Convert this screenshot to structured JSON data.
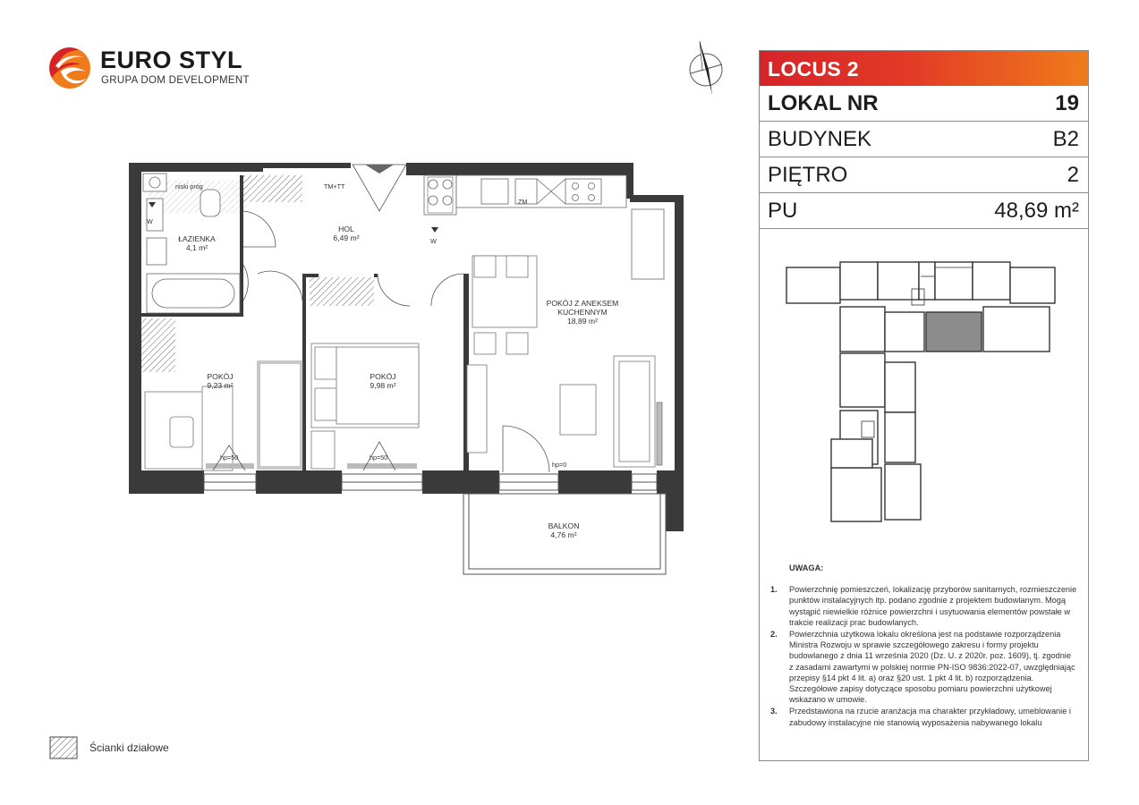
{
  "logo": {
    "brand": "EURO STYL",
    "subtitle": "GRUPA DOM DEVELOPMENT",
    "colors": {
      "red": "#d6232a",
      "orange": "#f07b1b"
    }
  },
  "panel": {
    "project": "LOCUS 2",
    "rows": [
      {
        "label": "LOKAL NR",
        "value": "19"
      },
      {
        "label": "BUDYNEK",
        "value": "B2"
      },
      {
        "label": "PIĘTRO",
        "value": "2"
      },
      {
        "label": "PU",
        "value": "48,69 m²"
      }
    ],
    "header_gradient": [
      "#d6232a",
      "#f07b1b"
    ]
  },
  "notes": {
    "title": "UWAGA:",
    "items": [
      {
        "num": "1.",
        "text": "Powierzchnię pomieszczeń, lokalizację przyborów sanitarnych, rozmieszczenie punktów instalacyjnych itp. podano zgodnie z projektem budowlanym. Mogą wystąpić niewielkie różnice powierzchni i usytuowania elementów powstałe w trakcie realizacji prac budowlanych."
      },
      {
        "num": "2.",
        "text": "Powierzchnia użytkowa lokalu określona jest na podstawie rozporządzenia Ministra Rozwoju w sprawie szczegółowego zakresu i formy projektu budowlanego z dnia 11 września 2020 (Dz. U. z 2020r. poz. 1609), tj. zgodnie z zasadami zawartymi w polskiej normie PN-ISO 9836:2022-07, uwzględniając przepisy §14 pkt 4 lit. a) oraz §20 ust. 1 pkt 4 lit. b) rozporządzenia. Szczegółowe zapisy dotyczące sposobu pomiaru powierzchni użytkowej wskazano w umowie."
      },
      {
        "num": "3.",
        "text": "Przedstawiona na rzucie aranżacja ma charakter przykładowy, umeblowanie i zabudowy instalacyjne nie stanowią wyposażenia nabywanego lokalu"
      }
    ]
  },
  "legend": {
    "label": "Ścianki działowe"
  },
  "plan": {
    "rooms": [
      {
        "name": "ŁAZIENKA",
        "area": "4,1 m²"
      },
      {
        "name": "HOL",
        "area": "6,49 m²"
      },
      {
        "name": "POKÓJ Z ANEKSEM",
        "name2": "KUCHENNYM",
        "area": "18,89 m²"
      },
      {
        "name": "POKÓJ",
        "area": "9,23 m²"
      },
      {
        "name": "POKÓJ",
        "area": "9,98 m²"
      },
      {
        "name": "BALKON",
        "area": "4,76 m²"
      }
    ],
    "marks": {
      "niski_prog": "niski próg",
      "tm_tt": "TM+TT",
      "zm": "ZM",
      "w1": "W",
      "w2": "W",
      "hp1": "hp=50",
      "hp2": "hp=50",
      "hp3": "hp=0"
    },
    "wall_color": "#3a3a3a",
    "highlight_color": "#8c8c8c"
  }
}
